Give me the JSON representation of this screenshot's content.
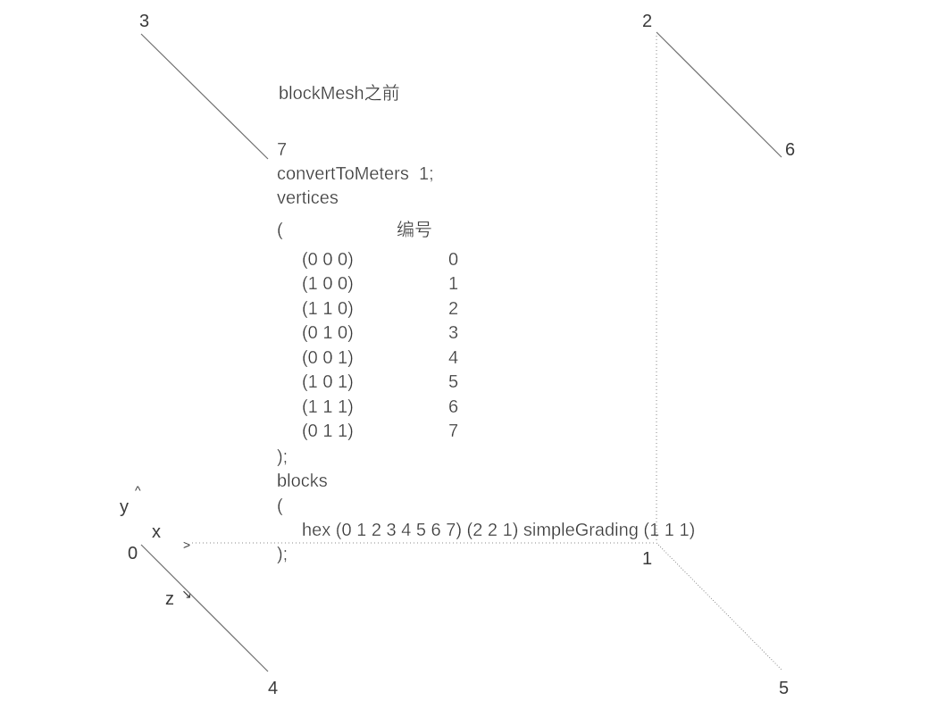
{
  "title": "blockMesh之前",
  "code": {
    "vertex_label": "7",
    "convert": "convertToMeters  1;",
    "vertices_kw": "vertices",
    "open_paren": "(",
    "index_header": "编号",
    "vertices": [
      {
        "coord": "(0 0 0)",
        "index": "0"
      },
      {
        "coord": "(1 0 0)",
        "index": "1"
      },
      {
        "coord": "(1 1 0)",
        "index": "2"
      },
      {
        "coord": "(0 1 0)",
        "index": "3"
      },
      {
        "coord": "(0 0 1)",
        "index": "4"
      },
      {
        "coord": "(1 0 1)",
        "index": "5"
      },
      {
        "coord": "(1 1 1)",
        "index": "6"
      },
      {
        "coord": "(0 1 1)",
        "index": "7"
      }
    ],
    "close_vertices": ");",
    "blocks_kw": "blocks",
    "blocks_open": "(",
    "hex_line": "hex (0 1 2 3 4 5 6 7) (2 2 1) simpleGrading (1 1 1)",
    "blocks_close": ");"
  },
  "corner_labels": {
    "c0": "0",
    "c1": "1",
    "c2": "2",
    "c3": "3",
    "c4": "4",
    "c5": "5",
    "c6": "6"
  },
  "axes": {
    "x": "x",
    "y": "y",
    "z": "z",
    "arrow_up": "^",
    "arrow_right": ">",
    "arrow_diag": "↘"
  },
  "colors": {
    "line": "#6e6e6e",
    "text": "#3a3a3a"
  }
}
